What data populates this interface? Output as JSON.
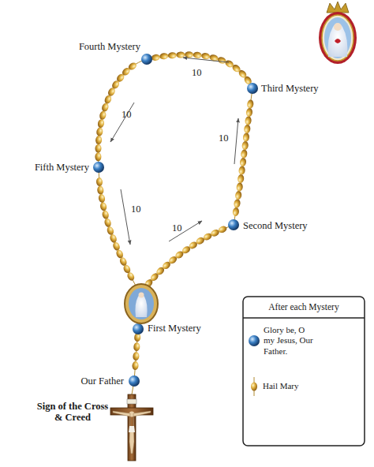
{
  "diagram": {
    "labels": [
      "Fourth Mystery",
      "10",
      "Third Mystery",
      "10",
      "10",
      "Fifth Mystery",
      "10",
      "10",
      "Second Mystery",
      "First Mystery",
      "After each Mystery",
      "Our Father",
      "Sign of the Cross & Creed"
    ],
    "legend": [
      {
        "text": "Glory be, O my Jesus, Our Father."
      },
      {
        "text": "Hail Mary"
      }
    ]
  }
}
